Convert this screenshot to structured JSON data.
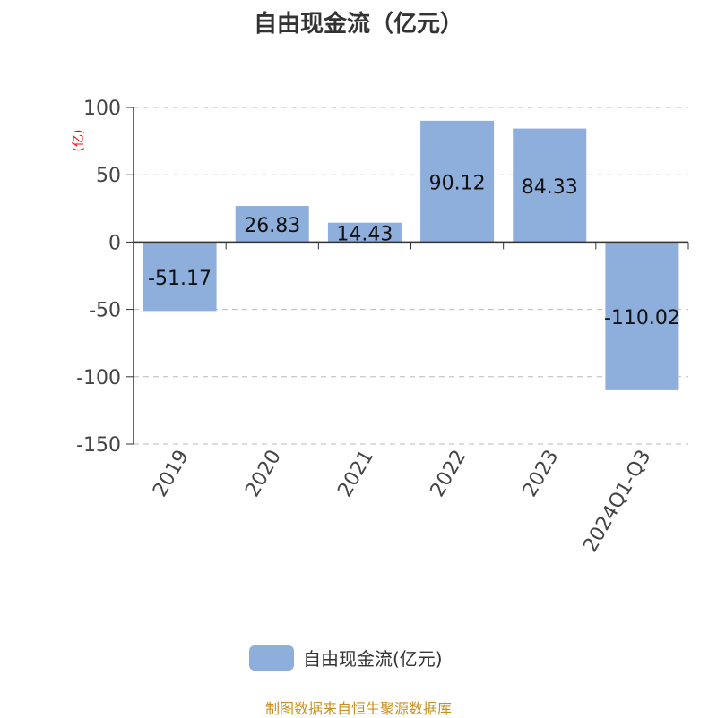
{
  "chart_data": {
    "type": "bar",
    "title": "自由现金流（亿元）",
    "ylabel": "(亿)",
    "xlabel": "",
    "categories": [
      "2019",
      "2020",
      "2021",
      "2022",
      "2023",
      "2024Q1-Q3"
    ],
    "values": [
      -51.17,
      26.83,
      14.43,
      90.12,
      84.33,
      -110.02
    ],
    "data_labels": [
      "-51.17",
      "26.83",
      "14.43",
      "90.12",
      "84.33",
      "-110.02"
    ],
    "ylim": [
      -150,
      100
    ],
    "yticks": [
      100,
      50,
      0,
      -50,
      -100,
      -150
    ],
    "grid": true,
    "legend": {
      "placement": "bottom-center",
      "entries": [
        "自由现金流(亿元)"
      ]
    },
    "colors": {
      "bar": "#8eaedb",
      "unit_label": "#ff0000",
      "footer": "#c8901e"
    }
  },
  "footer": "制图数据来自恒生聚源数据库"
}
